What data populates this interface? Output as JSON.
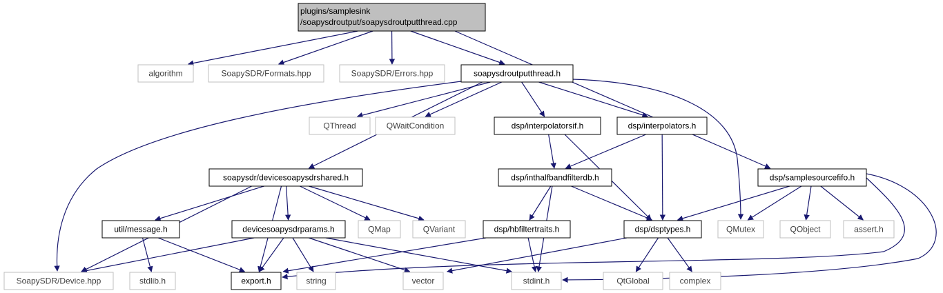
{
  "diagram": {
    "title_lines": [
      "plugins/samplesink",
      "/soapysdroutput/soapysdroutputthread.cpp"
    ],
    "colors": {
      "edge": "#191970",
      "root_fill": "#bfbfbf",
      "node_border": "#000000",
      "external_border": "#bfbfbf",
      "node_text": "#000000",
      "external_text": "#3f3f3f"
    },
    "nodes": [
      {
        "id": "root",
        "lines": [
          "plugins/samplesink",
          "/soapysdroutput/soapysdroutputthread.cpp"
        ],
        "kind": "root"
      },
      {
        "id": "algorithm",
        "lines": [
          "algorithm"
        ],
        "kind": "external"
      },
      {
        "id": "formats",
        "lines": [
          "SoapySDR/Formats.hpp"
        ],
        "kind": "external"
      },
      {
        "id": "errors",
        "lines": [
          "SoapySDR/Errors.hpp"
        ],
        "kind": "external"
      },
      {
        "id": "outputthread_h",
        "lines": [
          "soapysdroutputthread.h"
        ],
        "kind": "internal"
      },
      {
        "id": "samplesourcefifo",
        "lines": [
          "dsp/samplesourcefifo.h"
        ],
        "kind": "internal"
      },
      {
        "id": "qthread",
        "lines": [
          "QThread"
        ],
        "kind": "external"
      },
      {
        "id": "qwaitcondition",
        "lines": [
          "QWaitCondition"
        ],
        "kind": "external"
      },
      {
        "id": "interpolatorsif",
        "lines": [
          "dsp/interpolatorsif.h"
        ],
        "kind": "internal"
      },
      {
        "id": "interpolators",
        "lines": [
          "dsp/interpolators.h"
        ],
        "kind": "internal"
      },
      {
        "id": "devshared",
        "lines": [
          "soapysdr/devicesoapysdrshared.h"
        ],
        "kind": "internal"
      },
      {
        "id": "inthalfband",
        "lines": [
          "dsp/inthalfbandfilterdb.h"
        ],
        "kind": "internal"
      },
      {
        "id": "message",
        "lines": [
          "util/message.h"
        ],
        "kind": "internal"
      },
      {
        "id": "devparams",
        "lines": [
          "devicesoapysdrparams.h"
        ],
        "kind": "internal"
      },
      {
        "id": "qmap",
        "lines": [
          "QMap"
        ],
        "kind": "external"
      },
      {
        "id": "qvariant",
        "lines": [
          "QVariant"
        ],
        "kind": "external"
      },
      {
        "id": "hbfiltertraits",
        "lines": [
          "dsp/hbfiltertraits.h"
        ],
        "kind": "internal"
      },
      {
        "id": "dsptypes",
        "lines": [
          "dsp/dsptypes.h"
        ],
        "kind": "internal"
      },
      {
        "id": "qmutex",
        "lines": [
          "QMutex"
        ],
        "kind": "external"
      },
      {
        "id": "qobject",
        "lines": [
          "QObject"
        ],
        "kind": "external"
      },
      {
        "id": "assert",
        "lines": [
          "assert.h"
        ],
        "kind": "external"
      },
      {
        "id": "device_hpp",
        "lines": [
          "SoapySDR/Device.hpp"
        ],
        "kind": "external"
      },
      {
        "id": "stdlib",
        "lines": [
          "stdlib.h"
        ],
        "kind": "external"
      },
      {
        "id": "export",
        "lines": [
          "export.h"
        ],
        "kind": "internal"
      },
      {
        "id": "string",
        "lines": [
          "string"
        ],
        "kind": "external"
      },
      {
        "id": "vector",
        "lines": [
          "vector"
        ],
        "kind": "external"
      },
      {
        "id": "stdint",
        "lines": [
          "stdint.h"
        ],
        "kind": "external"
      },
      {
        "id": "qtglobal",
        "lines": [
          "QtGlobal"
        ],
        "kind": "external"
      },
      {
        "id": "complex",
        "lines": [
          "complex"
        ],
        "kind": "external"
      }
    ],
    "edges": [
      [
        "root",
        "algorithm"
      ],
      [
        "root",
        "formats"
      ],
      [
        "root",
        "errors"
      ],
      [
        "root",
        "outputthread_h"
      ],
      [
        "root",
        "samplesourcefifo"
      ],
      [
        "outputthread_h",
        "device_hpp"
      ],
      [
        "outputthread_h",
        "qthread"
      ],
      [
        "outputthread_h",
        "qwaitcondition"
      ],
      [
        "outputthread_h",
        "devshared"
      ],
      [
        "outputthread_h",
        "interpolatorsif"
      ],
      [
        "outputthread_h",
        "interpolators"
      ],
      [
        "outputthread_h",
        "qmutex"
      ],
      [
        "interpolatorsif",
        "inthalfband"
      ],
      [
        "interpolatorsif",
        "dsptypes"
      ],
      [
        "interpolators",
        "inthalfband"
      ],
      [
        "interpolators",
        "dsptypes"
      ],
      [
        "inthalfband",
        "hbfiltertraits"
      ],
      [
        "inthalfband",
        "dsptypes"
      ],
      [
        "inthalfband",
        "stdint"
      ],
      [
        "devshared",
        "device_hpp"
      ],
      [
        "devshared",
        "message"
      ],
      [
        "devshared",
        "export"
      ],
      [
        "devshared",
        "devparams"
      ],
      [
        "devshared",
        "qmap"
      ],
      [
        "devshared",
        "qvariant"
      ],
      [
        "message",
        "stdlib"
      ],
      [
        "message",
        "export"
      ],
      [
        "devparams",
        "device_hpp"
      ],
      [
        "devparams",
        "export"
      ],
      [
        "devparams",
        "string"
      ],
      [
        "devparams",
        "vector"
      ],
      [
        "devparams",
        "stdint"
      ],
      [
        "hbfiltertraits",
        "export"
      ],
      [
        "hbfiltertraits",
        "stdint"
      ],
      [
        "dsptypes",
        "vector"
      ],
      [
        "dsptypes",
        "qtglobal"
      ],
      [
        "dsptypes",
        "complex"
      ],
      [
        "samplesourcefifo",
        "dsptypes"
      ],
      [
        "samplesourcefifo",
        "qmutex"
      ],
      [
        "samplesourcefifo",
        "qobject"
      ],
      [
        "samplesourcefifo",
        "assert"
      ],
      [
        "samplesourcefifo",
        "export"
      ],
      [
        "samplesourcefifo",
        "stdint"
      ]
    ]
  }
}
